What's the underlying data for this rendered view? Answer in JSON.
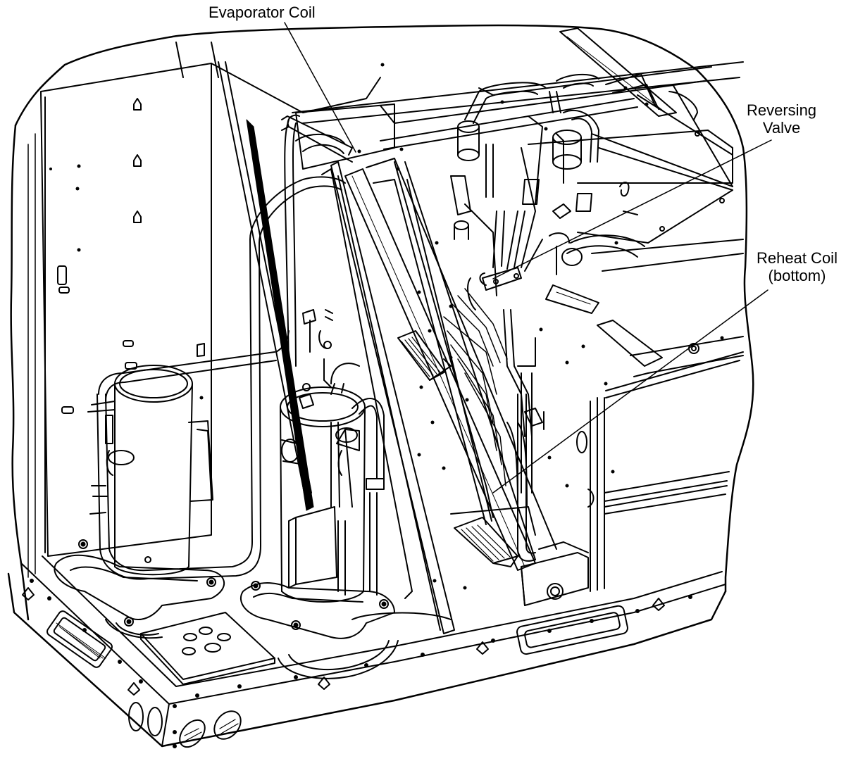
{
  "diagram": {
    "labels": {
      "evaporator_coil": "Evaporator Coil",
      "reversing_valve": {
        "line1": "Reversing",
        "line2": "Valve"
      },
      "reheat_coil": {
        "line1": "Reheat Coil",
        "line2": "(bottom)"
      }
    },
    "colors": {
      "stroke": "#000000",
      "fill": "#ffffff"
    }
  }
}
